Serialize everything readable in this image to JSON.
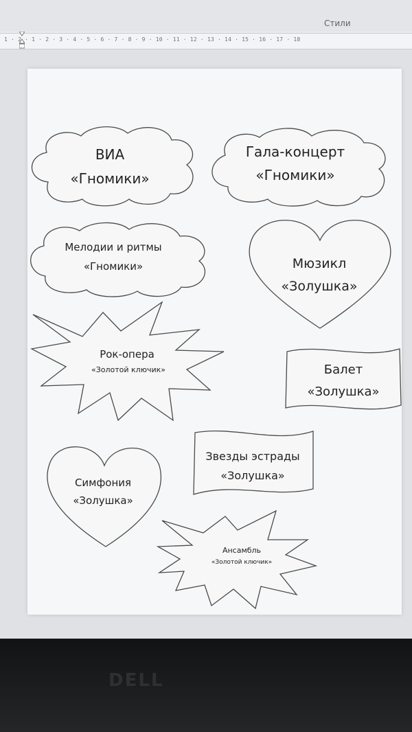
{
  "toolbar": {
    "styles_label": "Стили"
  },
  "ruler": {
    "numbers": "1 · 2 · 1 · 2 · 3 · 4 · 5 · 6 · 7 · 8 · 9 · 10 · 11 · 12 · 13 · 14 · 15 · 16 · 17 · 18"
  },
  "shapes": [
    {
      "kind": "cloud",
      "line1": "ВИА",
      "line2": "«Гномики»"
    },
    {
      "kind": "cloud",
      "line1": "Гала-концерт",
      "line2": "«Гномики»"
    },
    {
      "kind": "cloud",
      "line1": "Мелодии и ритмы",
      "line2": "«Гномики»"
    },
    {
      "kind": "heart",
      "line1": "Мюзикл",
      "line2": "«Золушка»"
    },
    {
      "kind": "explosion",
      "line1": "Рок-опера",
      "line2": "«Золотой ключик»"
    },
    {
      "kind": "wave",
      "line1": "Балет",
      "line2": "«Золушка»"
    },
    {
      "kind": "heart",
      "line1": "Симфония",
      "line2": "«Золушка»"
    },
    {
      "kind": "wave",
      "line1": "Звезды эстрады",
      "line2": "«Золушка»"
    },
    {
      "kind": "explosion",
      "line1": "Ансамбль",
      "line2": "«Золотой ключик»"
    }
  ],
  "monitor": {
    "brand": "DELL"
  }
}
